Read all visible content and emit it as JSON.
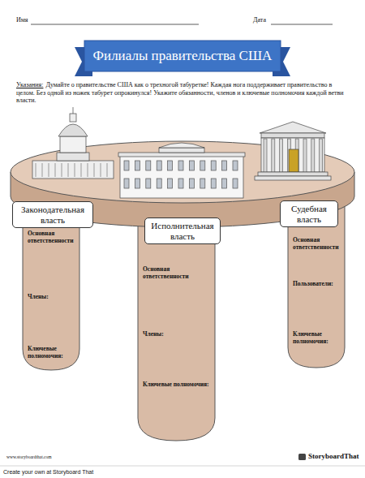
{
  "diagram": {
    "title": "Филиалы правительства США",
    "nodes": [
      {
        "text": [
          "Законодательная власть"
        ]
      },
      {
        "text": [
          "Исполнительная власть"
        ]
      },
      {
        "text": [
          "Судебная власть"
        ]
      },
      {
        "text": [
          "Основная ответственности",
          "Члены:",
          "Ключевые полномочия:"
        ]
      },
      {
        "text": [
          "Основная ответственности",
          "Члены:",
          "Ключевые полномочия:"
        ]
      },
      {
        "text": [
          "Основная ответственности",
          "Пользователи:",
          "Ключевые полномочия:"
        ]
      }
    ],
    "labels": [
      "Имя",
      "Дата",
      "Указания:",
      "Думайте о правительстве США как о трехногой табуретке! Каждая нога поддерживает правительство в целом. Без одной из ножек табурет опрокинулся! Укажите обязанности, членов и ключевые полномочия каждой ветви власти.",
      "www.storyboardthat.com",
      "StoryboardThat",
      "Create your own at Storyboard That"
    ]
  }
}
